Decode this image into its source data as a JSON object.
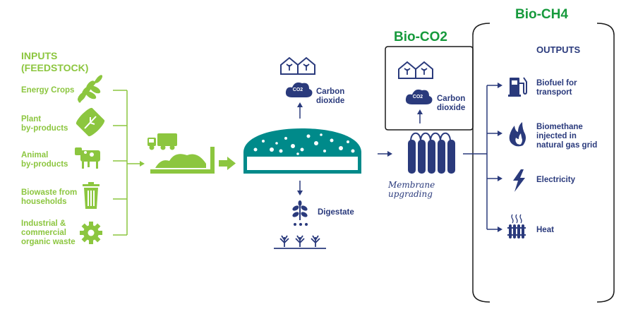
{
  "inputs": {
    "title_line1": "INPUTS",
    "title_line2": "(FEEDSTOCK)",
    "items": [
      {
        "line1": "Energy Crops",
        "line2": "",
        "icon": "wheat-icon"
      },
      {
        "line1": "Plant",
        "line2": "by-products",
        "icon": "leaf-icon"
      },
      {
        "line1": "Animal",
        "line2": "by-products",
        "icon": "cow-icon"
      },
      {
        "line1": "Biowaste from",
        "line2": "households",
        "icon": "trash-can-icon"
      },
      {
        "line1": "Industrial &",
        "line2": "commercial",
        "line3": "organic waste",
        "icon": "gear-icon"
      }
    ]
  },
  "process": {
    "carbon_dioxide_line1": "Carbon",
    "carbon_dioxide_line2": "dioxide",
    "co2_badge": "CO2",
    "digestate": "Digestate"
  },
  "membrane": {
    "line1": "Membrane",
    "line2": "upgrading"
  },
  "bio_co2": {
    "title": "Bio-CO2",
    "carbon_dioxide_line1": "Carbon",
    "carbon_dioxide_line2": "dioxide",
    "co2_badge": "CO2"
  },
  "bio_ch4": {
    "title": "Bio-CH4",
    "outputs_title": "OUTPUTS",
    "items": [
      {
        "line1": "Biofuel for",
        "line2": "transport",
        "line3": "",
        "icon": "fuel-pump-icon"
      },
      {
        "line1": "Biomethane",
        "line2": "injected in",
        "line3": "natural gas grid",
        "icon": "flame-icon"
      },
      {
        "line1": "Electricity",
        "line2": "",
        "line3": "",
        "icon": "lightning-icon"
      },
      {
        "line1": "Heat",
        "line2": "",
        "line3": "",
        "icon": "radiator-icon"
      }
    ]
  },
  "colors": {
    "green": "#8cc63f",
    "navy": "#2a3a7c",
    "teal": "#008a8a",
    "bio_green": "#169a3c"
  }
}
